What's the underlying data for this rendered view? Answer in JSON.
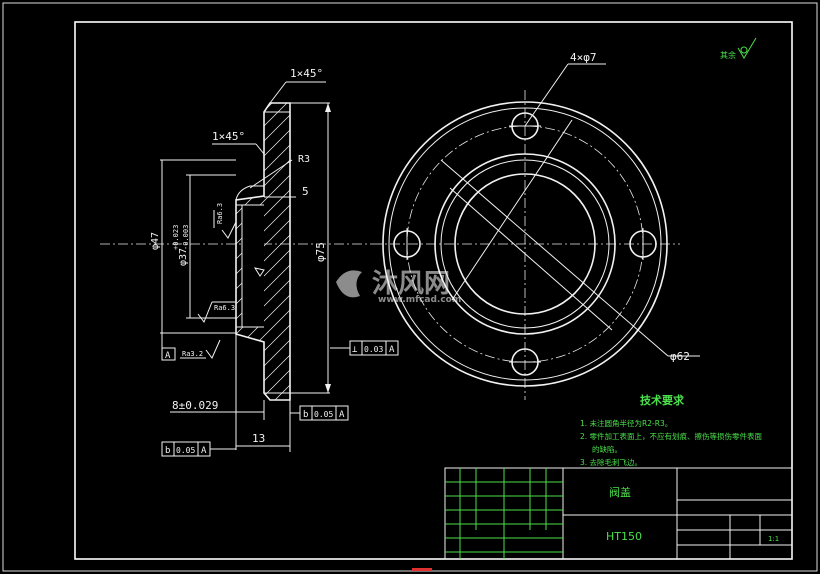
{
  "dims": {
    "chamfer_top": "1×45°",
    "chamfer_mid": "1×45°",
    "r3": "R3",
    "five": "5",
    "phi47": "φ47",
    "phi37": "φ37",
    "tol_plus": "+0.023",
    "tol_minus": "-0.003",
    "phi75": "φ75",
    "eight": "8±0.029",
    "thirteen": "13",
    "holes": "4×φ7",
    "phi62": "φ62",
    "ra_a": "Ra6.3",
    "ra_b": "Ra6.3",
    "ra_c": "Ra3.2"
  },
  "tolerance_frames": {
    "f1_sym": "⊥",
    "f1_val": "0.03",
    "f1_ref": "A",
    "f2_sym": "b",
    "f2_val": "0.05",
    "f2_ref": "A",
    "f3_sym": "b",
    "f3_val": "0.05",
    "f3_ref": "A",
    "datum": "A"
  },
  "tech": {
    "heading": "技术要求",
    "line1": "1. 未注圆角半径为R2-R3。",
    "line2a": "2. 零件加工表面上，不应有划痕、擦伤等损伤零件表面",
    "line2b": "的缺陷。",
    "line3": "3. 去除毛刺飞边。"
  },
  "rough_note": "其余",
  "title_block": {
    "part_name": "阀盖",
    "material": "HT150",
    "scale_value": "1:1"
  },
  "watermark": {
    "brand": "沐风网",
    "url": "www.mfcad.com"
  },
  "colors": {
    "background": "#000000",
    "lines": "#f2f2f2",
    "annotation": "#4be04b"
  }
}
